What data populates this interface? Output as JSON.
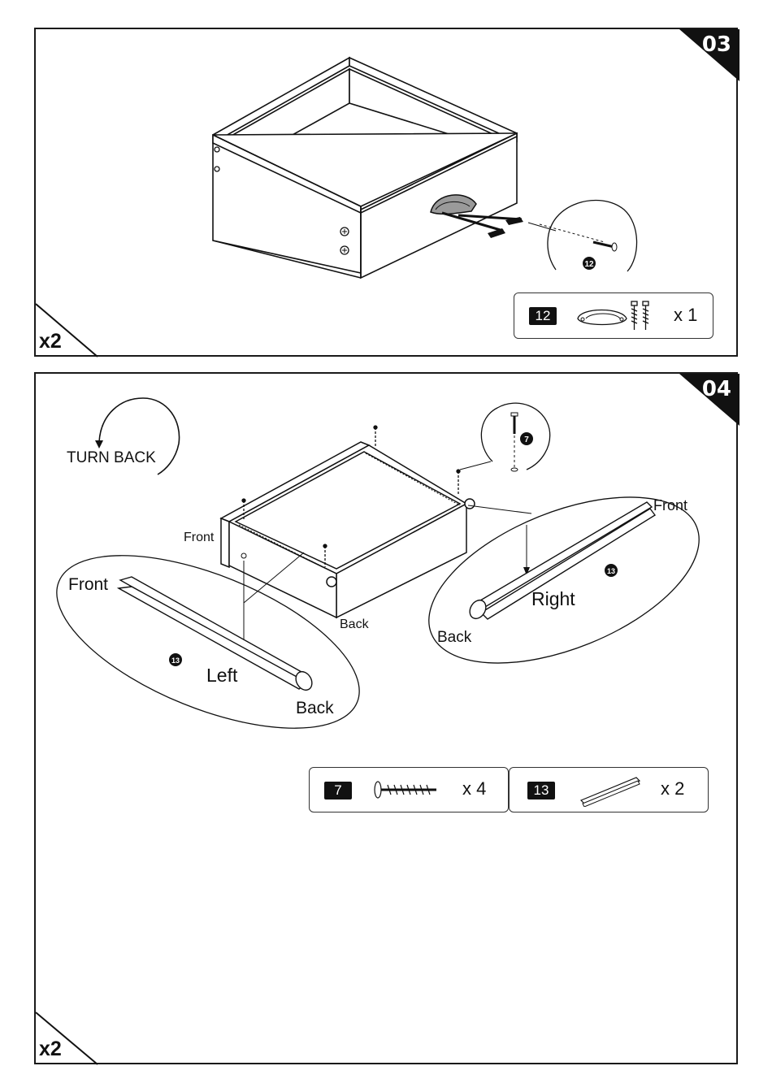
{
  "steps": [
    {
      "number": "03",
      "multiplier": "x2",
      "callout_part": "12",
      "parts": [
        {
          "id": "12",
          "name": "cup-handle-with-screws",
          "quantity": "x 1"
        }
      ]
    },
    {
      "number": "04",
      "multiplier": "x2",
      "instruction": "TURN BACK",
      "callout_part": "7",
      "labels": {
        "drawer_front": "Front",
        "drawer_back": "Back",
        "left_front": "Front",
        "left_side": "Left",
        "left_back": "Back",
        "right_front": "Front",
        "right_side": "Right",
        "right_back": "Back",
        "left_rail_part": "13",
        "right_rail_part": "13"
      },
      "parts": [
        {
          "id": "7",
          "name": "screw",
          "quantity": "x 4"
        },
        {
          "id": "13",
          "name": "drawer-slide-rail",
          "quantity": "x 2"
        }
      ]
    }
  ],
  "colors": {
    "ink": "#111111",
    "badge": "#111111",
    "paper": "#ffffff",
    "handle": "#9a9a9a"
  }
}
